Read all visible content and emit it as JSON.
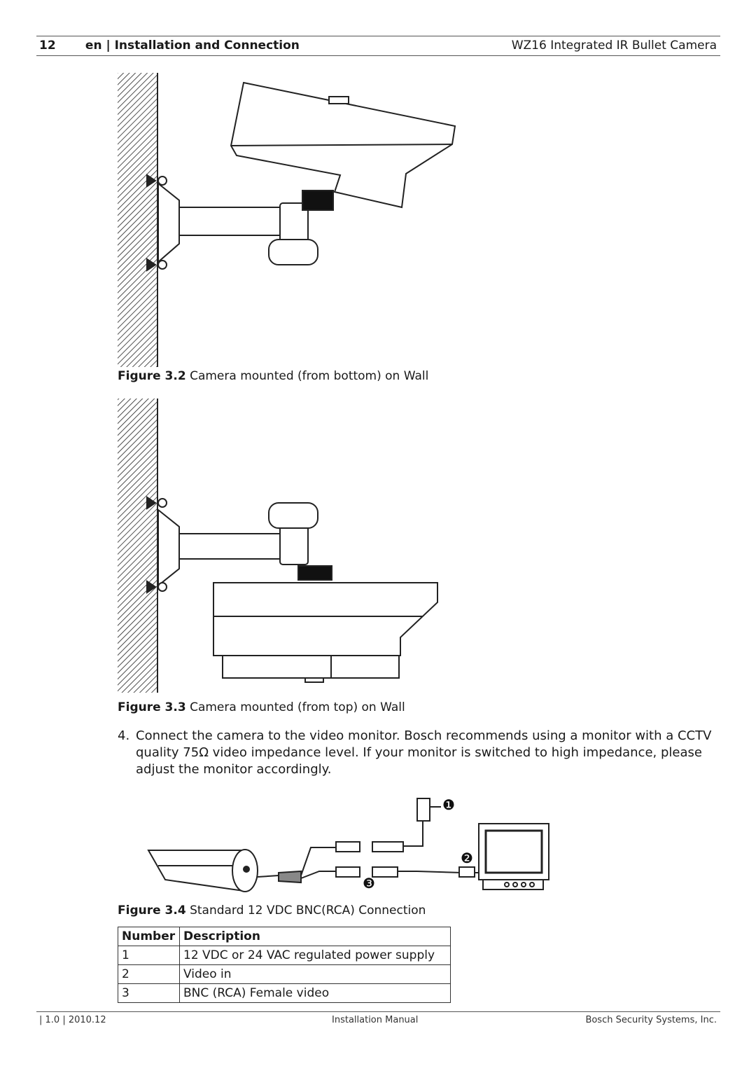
{
  "header": {
    "page_number": "12",
    "section": "en | Installation and Connection",
    "product": "WZ16 Integrated IR Bullet Camera"
  },
  "figures": [
    {
      "label": "Figure 3.2",
      "caption": "Camera mounted (from bottom) on Wall"
    },
    {
      "label": "Figure 3.3",
      "caption": "Camera mounted (from top) on Wall"
    },
    {
      "label": "Figure 3.4",
      "caption": "Standard 12 VDC BNC(RCA) Connection"
    }
  ],
  "step": {
    "number": "4.",
    "text": "Connect the camera to the video monitor. Bosch recommends using a monitor with a CCTV quality 75Ω video impedance level. If your monitor is switched to high impedance, please adjust the monitor accordingly."
  },
  "callouts": [
    "❶",
    "❷",
    "❸"
  ],
  "table": {
    "headers": [
      "Number",
      "Description"
    ],
    "rows": [
      [
        "1",
        "12 VDC or 24 VAC regulated power supply"
      ],
      [
        "2",
        "Video in"
      ],
      [
        "3",
        "BNC (RCA) Female video"
      ]
    ]
  },
  "footer": {
    "version": "| 1.0 | 2010.12",
    "doc_type": "Installation Manual",
    "company": "Bosch Security Systems, Inc."
  }
}
